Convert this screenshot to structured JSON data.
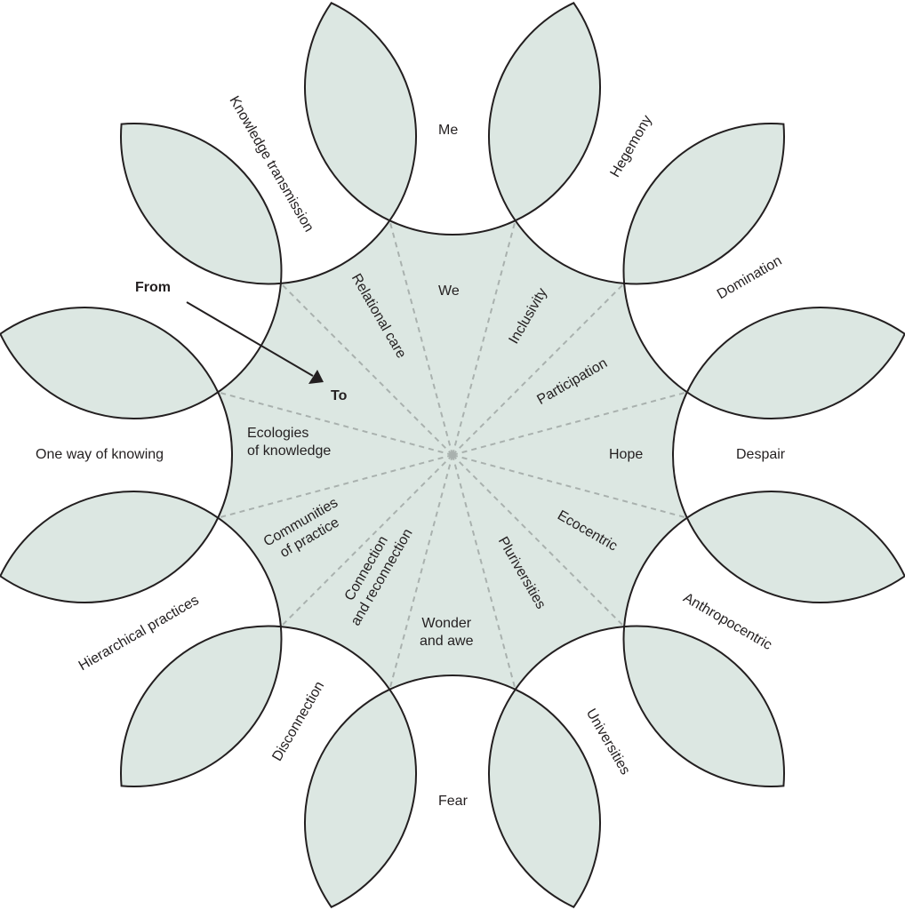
{
  "colors": {
    "fill": "#dce7e2",
    "stroke": "#231f20",
    "spoke": "#a9b1ae",
    "text": "#231f20"
  },
  "legend": {
    "from": "From",
    "to": "To"
  },
  "outer_labels": {
    "me": "Me",
    "hegemony": "Hegemony",
    "domination": "Domination",
    "despair": "Despair",
    "anthropocentric": "Anthropocentric",
    "universities": "Universities",
    "fear": "Fear",
    "disconnection": "Disconnection",
    "hierarchical": "Hierarchical practices",
    "one_way": "One way of knowing",
    "knowledge_transmission": "Knowledge transmission"
  },
  "inner_labels": {
    "we": "We",
    "inclusivity": "Inclusivity",
    "participation": "Participation",
    "hope": "Hope",
    "ecocentric": "Ecocentric",
    "pluriversities": "Pluriversities",
    "wonder": [
      "Wonder",
      "and awe"
    ],
    "connection": [
      "Connection",
      "and reconnection"
    ],
    "communities": [
      "Communities",
      "of practice"
    ],
    "ecologies": [
      "Ecologies",
      "of knowledge"
    ],
    "relational_care": "Relational care"
  }
}
